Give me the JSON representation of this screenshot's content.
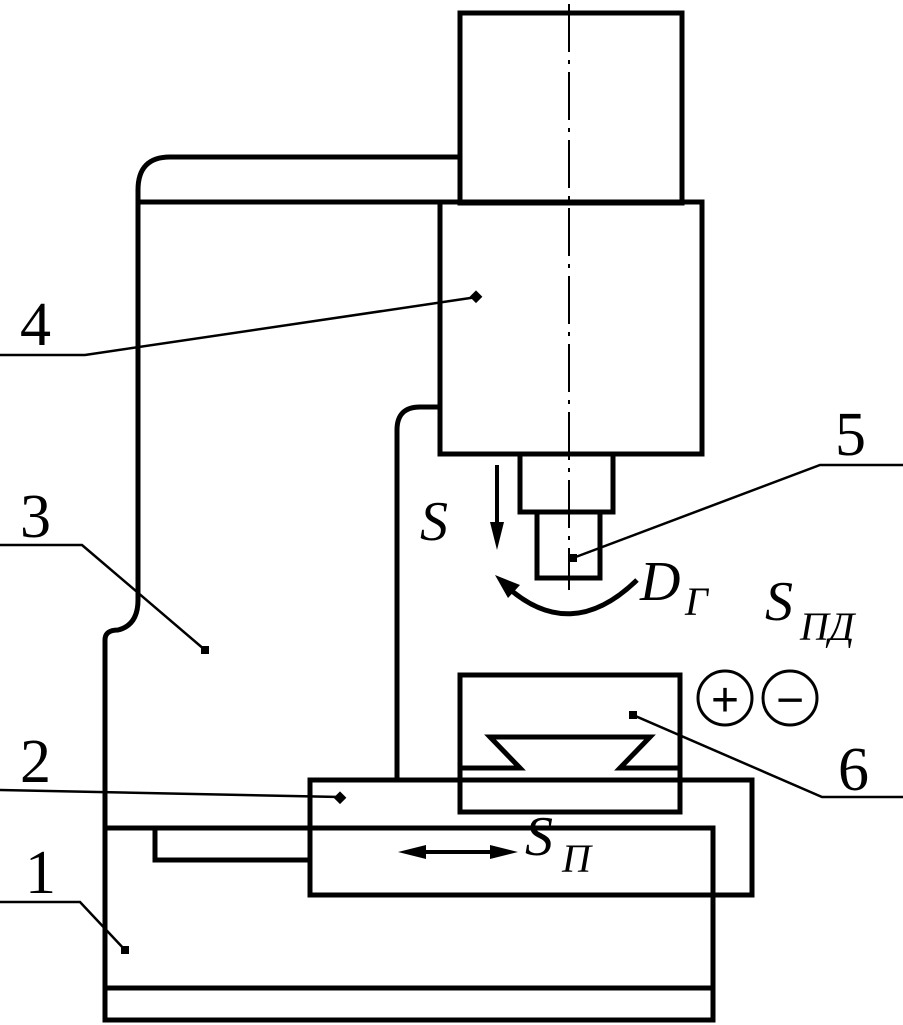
{
  "labels": {
    "one": "1",
    "two": "2",
    "three": "3",
    "four": "4",
    "five": "5",
    "six": "6"
  },
  "motions": {
    "s": "S",
    "d": "D",
    "d_sub": "Г",
    "spd": "S",
    "spd_sub": "ПД",
    "sp": "S",
    "sp_sub": "П",
    "plus": "+",
    "minus": "−"
  }
}
